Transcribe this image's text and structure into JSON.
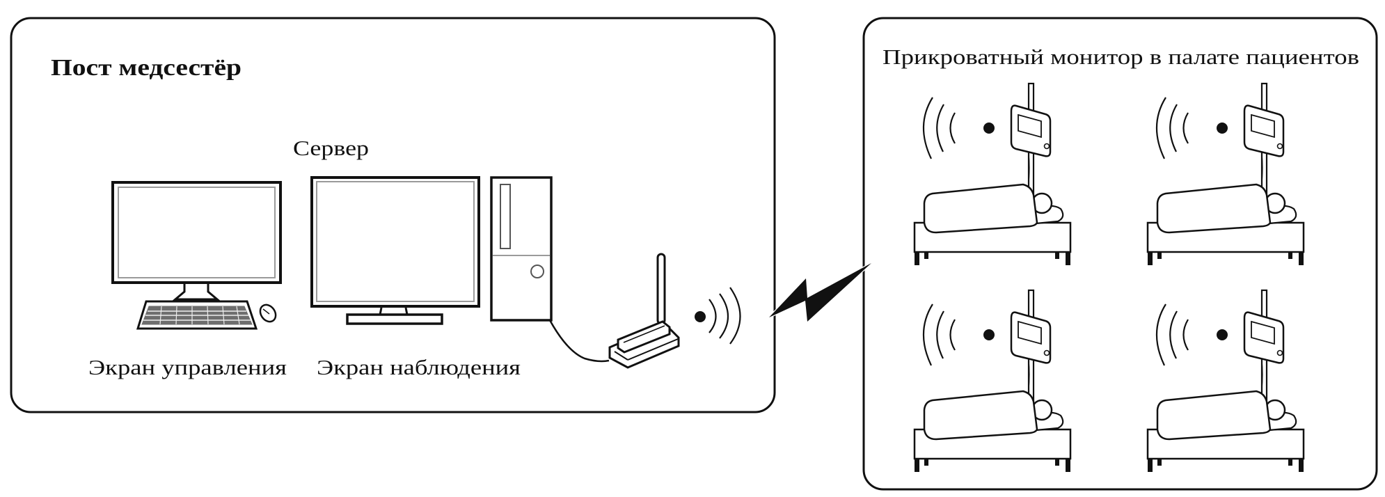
{
  "nurse_station": {
    "title": "Пост медсестёр",
    "server_label": "Сервер",
    "control_screen_label": "Экран управления",
    "observation_screen_label": "Экран наблюдения"
  },
  "ward": {
    "title": "Прикроватный монитор в палате пациентов",
    "bed_count": 4
  },
  "colors": {
    "stroke": "#111111",
    "background": "#ffffff",
    "inner_line": "#9a9a9a"
  },
  "icons": {
    "control_monitor": "desktop-monitor-icon",
    "keyboard": "keyboard-icon",
    "mouse": "mouse-icon",
    "observation_monitor": "monitor-icon",
    "server": "server-tower-icon",
    "router": "wireless-router-icon",
    "signal": "wireless-signal-icon",
    "link": "lightning-bolt-icon",
    "patient_bed": "patient-bed-monitor-icon"
  }
}
